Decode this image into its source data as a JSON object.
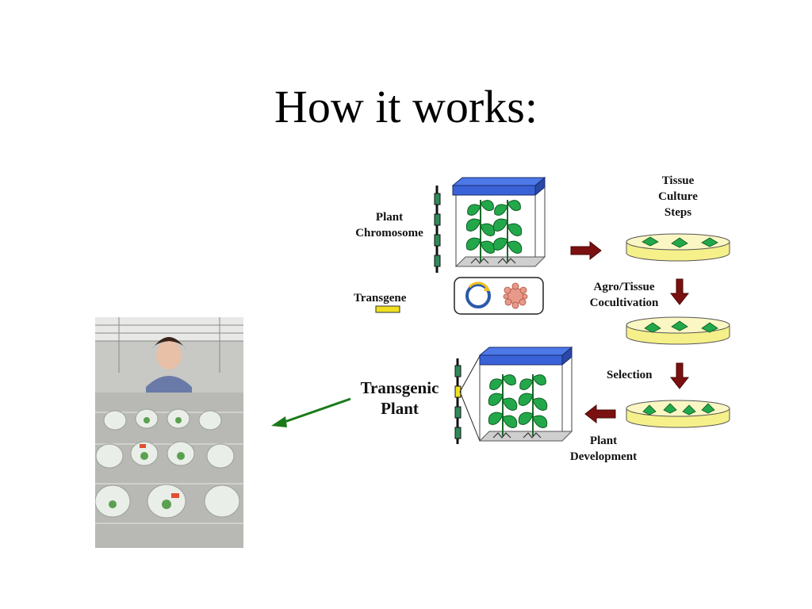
{
  "slide": {
    "title": "How it works:"
  },
  "diagram": {
    "labels": {
      "plant_chromosome": [
        "Plant",
        "Chromosome"
      ],
      "transgene": "Transgene",
      "tissue_culture_steps": [
        "Tissue",
        "Culture",
        "Steps"
      ],
      "agro_tissue": [
        "Agro/Tissue",
        "Cocultivation"
      ],
      "selection": "Selection",
      "plant_development": [
        "Plant",
        "Development"
      ],
      "transgenic_plant": [
        "Transgenic",
        "Plant"
      ]
    },
    "colors": {
      "arrow_red": "#7a1010",
      "arrow_green": "#1a7a1a",
      "chamber_lid": "#3a62d8",
      "leaf": "#22a84a",
      "transgene": "#f0e020",
      "dish_fill": "#f6f08a",
      "chromosome_segment": "#2f8a5a"
    }
  },
  "photo": {
    "subject": "lab-photo"
  }
}
